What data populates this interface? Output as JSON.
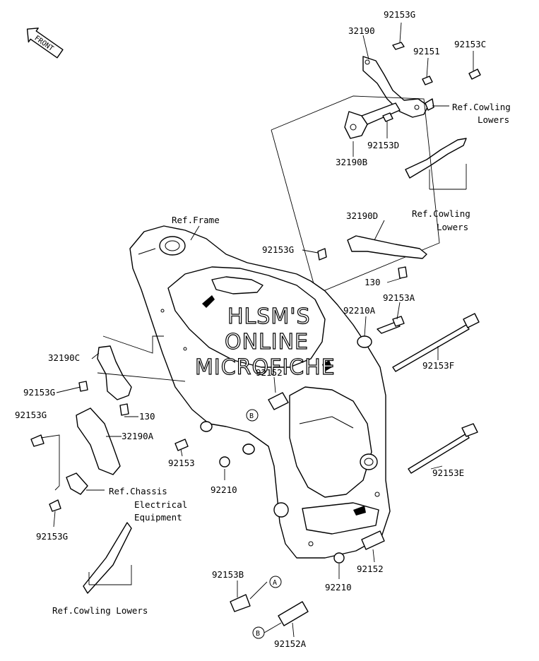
{
  "watermark": [
    "HLSM'S",
    "ONLINE",
    "MICROFICHE"
  ],
  "front_arrow": "FRONT",
  "part_numbers": {
    "p92153G_top": "92153G",
    "p32190_top": "32190",
    "p92151": "92151",
    "p92153C": "92153C",
    "p92153D": "92153D",
    "p32190B": "32190B",
    "p32190D": "32190D",
    "p92153G_mid": "92153G",
    "p130_right": "130",
    "p92153A": "92153A",
    "p92210A": "92210A",
    "p92153F": "92153F",
    "p92152_upper": "92152",
    "p32190C": "32190C",
    "p92153G_left": "92153G",
    "p130_left": "130",
    "p92153G_left2": "92153G",
    "p32190A": "32190A",
    "p92153": "92153",
    "p92210_mid": "92210",
    "p92153E": "92153E",
    "p92153G_bottom": "92153G",
    "p92152_lower": "92152",
    "p92210_lower": "92210",
    "p92153B": "92153B",
    "p92152A": "92152A"
  },
  "references": {
    "ref_frame": "Ref.Frame",
    "ref_cowling_1a": "Ref.Cowling",
    "ref_cowling_1b": "Lowers",
    "ref_cowling_2a": "Ref.Cowling",
    "ref_cowling_2b": "Lowers",
    "ref_chassis_a": "Ref.Chassis",
    "ref_chassis_b": "Electrical",
    "ref_chassis_c": "Equipment",
    "ref_cowling_bottom": "Ref.Cowling Lowers"
  },
  "callouts": {
    "b_frame": "B",
    "a_bottom": "A",
    "b_bottom": "B"
  }
}
